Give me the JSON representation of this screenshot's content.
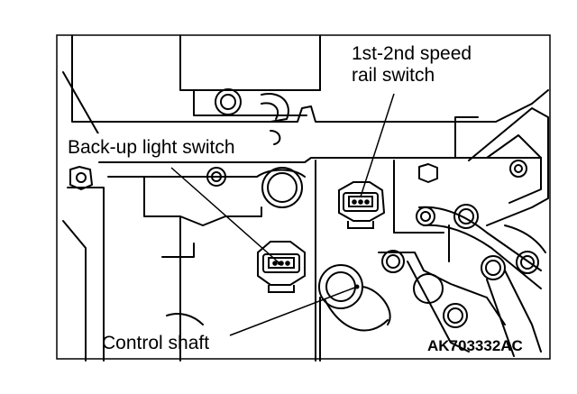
{
  "labels": {
    "upper_switch_line1": "1st-2nd speed",
    "upper_switch_line2": "rail switch",
    "left_switch": "Back-up light switch",
    "shaft": "Control shaft",
    "figure_code": "AK703332AC"
  },
  "colors": {
    "ink": "#000000",
    "paper": "#ffffff"
  }
}
